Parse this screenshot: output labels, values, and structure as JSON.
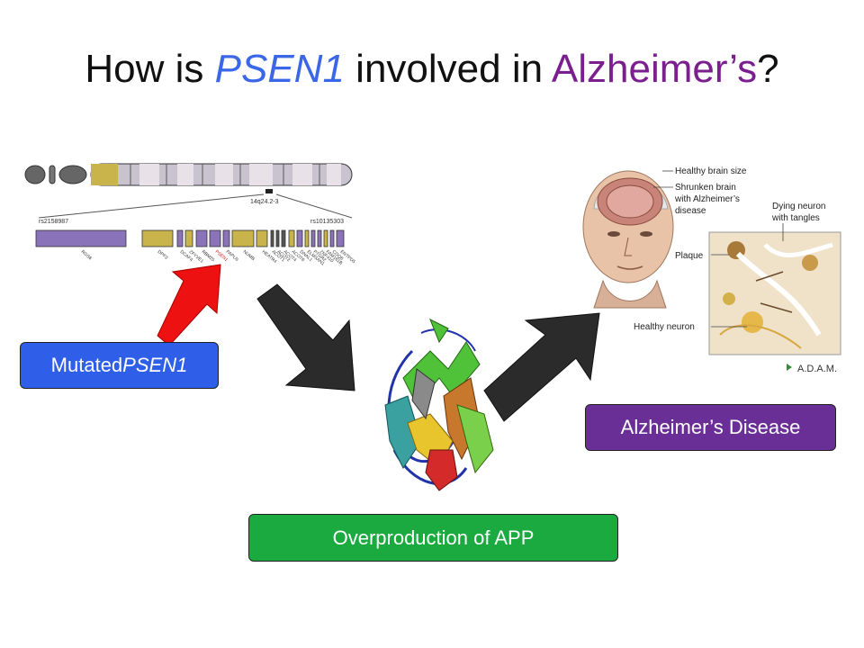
{
  "title": {
    "prefix": "How is ",
    "gene": "PSEN1",
    "middle": " involved in ",
    "disease": "Alzheimer’s",
    "suffix": "?"
  },
  "boxes": {
    "mutated_prefix": "Mutated ",
    "mutated_gene": "PSEN1",
    "disease": "Alzheimer’s Disease",
    "overproduction": "Overproduction of APP"
  },
  "chromosome": {
    "band": "14q24.2-3",
    "marker_left": "rs2158987",
    "marker_right": "rs10135303",
    "genes": [
      "RGS6",
      "DPF3",
      "DCAF4",
      "ZFYVE1",
      "RBM25",
      "PSEN1",
      "PAPLN",
      "NUMB",
      "HEATR4",
      "ACOT1",
      "ACOT2",
      "ACOT4",
      "ACOT6",
      "DNAL1",
      "ELMSAN1",
      "PTGR2",
      "ZNF410",
      "FAM161B",
      "COQ6",
      "ENTPD5"
    ]
  },
  "brain_figure": {
    "labels": {
      "healthy_brain": "Healthy brain size",
      "shrunken_1": "Shrunken brain",
      "shrunken_2": "with Alzheimer’s",
      "shrunken_3": "disease",
      "dying_1": "Dying neuron",
      "dying_2": "with tangles",
      "plaque": "Plaque",
      "healthy_neuron": "Healthy neuron"
    },
    "credit": "A.D.A.M."
  },
  "colors": {
    "gene_blue": "#3a66e8",
    "disease_purple": "#7b1f8f",
    "box_blue": "#2f5ee8",
    "box_purple": "#6a2f96",
    "box_green": "#1aaa40",
    "red_arrow": "#ee1111",
    "dark_arrow": "#2b2b2b"
  }
}
